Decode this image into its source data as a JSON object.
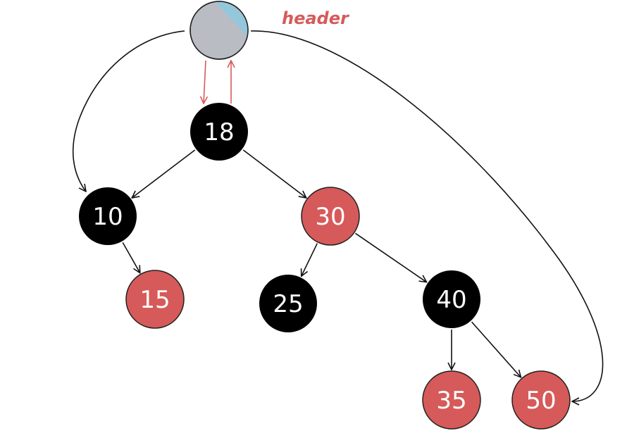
{
  "header_label": "header",
  "colors": {
    "red": "#d65a5a",
    "black": "#000000",
    "header_fill": "#b9bcc3",
    "header_accent": "#8ec9e0",
    "edge": "#111111"
  },
  "nodes": [
    {
      "id": "n18",
      "label": "18",
      "color": "black"
    },
    {
      "id": "n10",
      "label": "10",
      "color": "black"
    },
    {
      "id": "n30",
      "label": "30",
      "color": "red"
    },
    {
      "id": "n15",
      "label": "15",
      "color": "red"
    },
    {
      "id": "n25",
      "label": "25",
      "color": "black"
    },
    {
      "id": "n40",
      "label": "40",
      "color": "black"
    },
    {
      "id": "n35",
      "label": "35",
      "color": "red"
    },
    {
      "id": "n50",
      "label": "50",
      "color": "red"
    }
  ],
  "edges": [
    {
      "from": "n18",
      "to": "n10"
    },
    {
      "from": "n18",
      "to": "n30"
    },
    {
      "from": "n10",
      "to": "n15"
    },
    {
      "from": "n30",
      "to": "n25"
    },
    {
      "from": "n30",
      "to": "n40"
    },
    {
      "from": "n40",
      "to": "n35"
    },
    {
      "from": "n40",
      "to": "n50"
    }
  ],
  "header_links": [
    {
      "from": "header",
      "to": "n18",
      "kind": "parent"
    },
    {
      "from": "n18",
      "to": "header",
      "kind": "parent"
    },
    {
      "from": "header",
      "to": "n10",
      "kind": "leftmost"
    },
    {
      "from": "header",
      "to": "n50",
      "kind": "rightmost"
    }
  ]
}
